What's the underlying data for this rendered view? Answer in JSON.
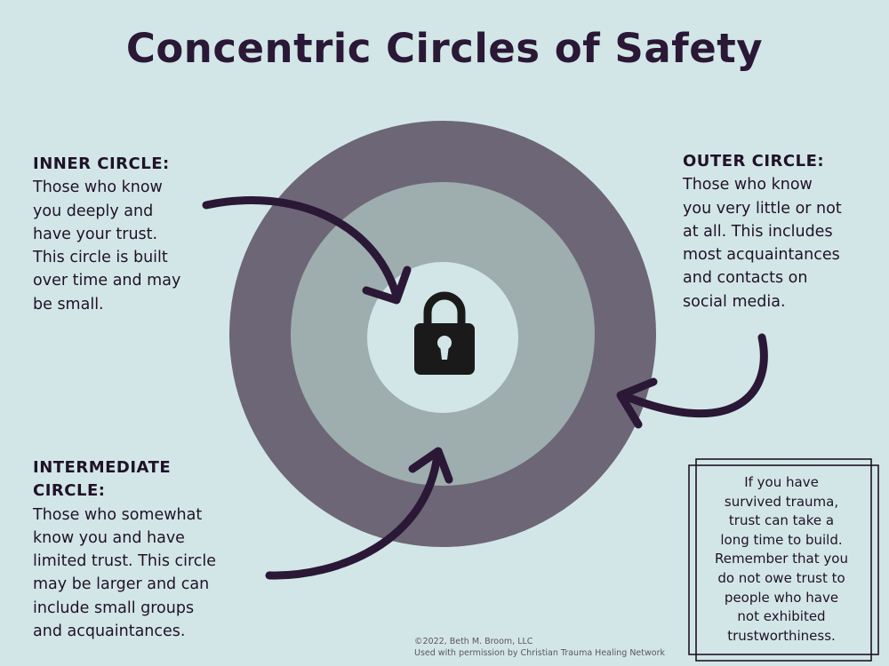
{
  "title": "Concentric Circles of Safety",
  "inner_circle": {
    "heading": "INNER CIRCLE:",
    "text": "Those who know\nyou deeply and\nhave your trust.\nThis circle is built\nover time and may\nbe small."
  },
  "outer_circle": {
    "heading": "OUTER CIRCLE:",
    "text": "Those who know\nyou very little or not\nat all. This includes\nmost acquaintances\nand contacts on\nsocial media."
  },
  "intermediate_circle": {
    "heading": "INTERMEDIATE\nCIRCLE:",
    "text": "Those who somewhat\nknow you and have\nlimited trust. This circle\nmay be larger and can\ninclude small groups\nand acquaintances."
  },
  "note": "If you have\nsurvived trauma,\ntrust can take a\nlong time to build.\nRemember that you\ndo not owe trust to\npeople who have\nnot exhibited\ntrustworthiness.",
  "footer": "©2022, Beth M. Broom, LLC\nUsed with permission by Christian Trauma Healing Network",
  "colors": {
    "background": "#d3e6e7",
    "outer_ring": "#6d6677",
    "middle_ring": "#9eadad",
    "center": "#d3e6e7",
    "arrow": "#2a1836",
    "lock": "#1a1a1a"
  },
  "icons": {
    "center": "padlock-icon"
  }
}
